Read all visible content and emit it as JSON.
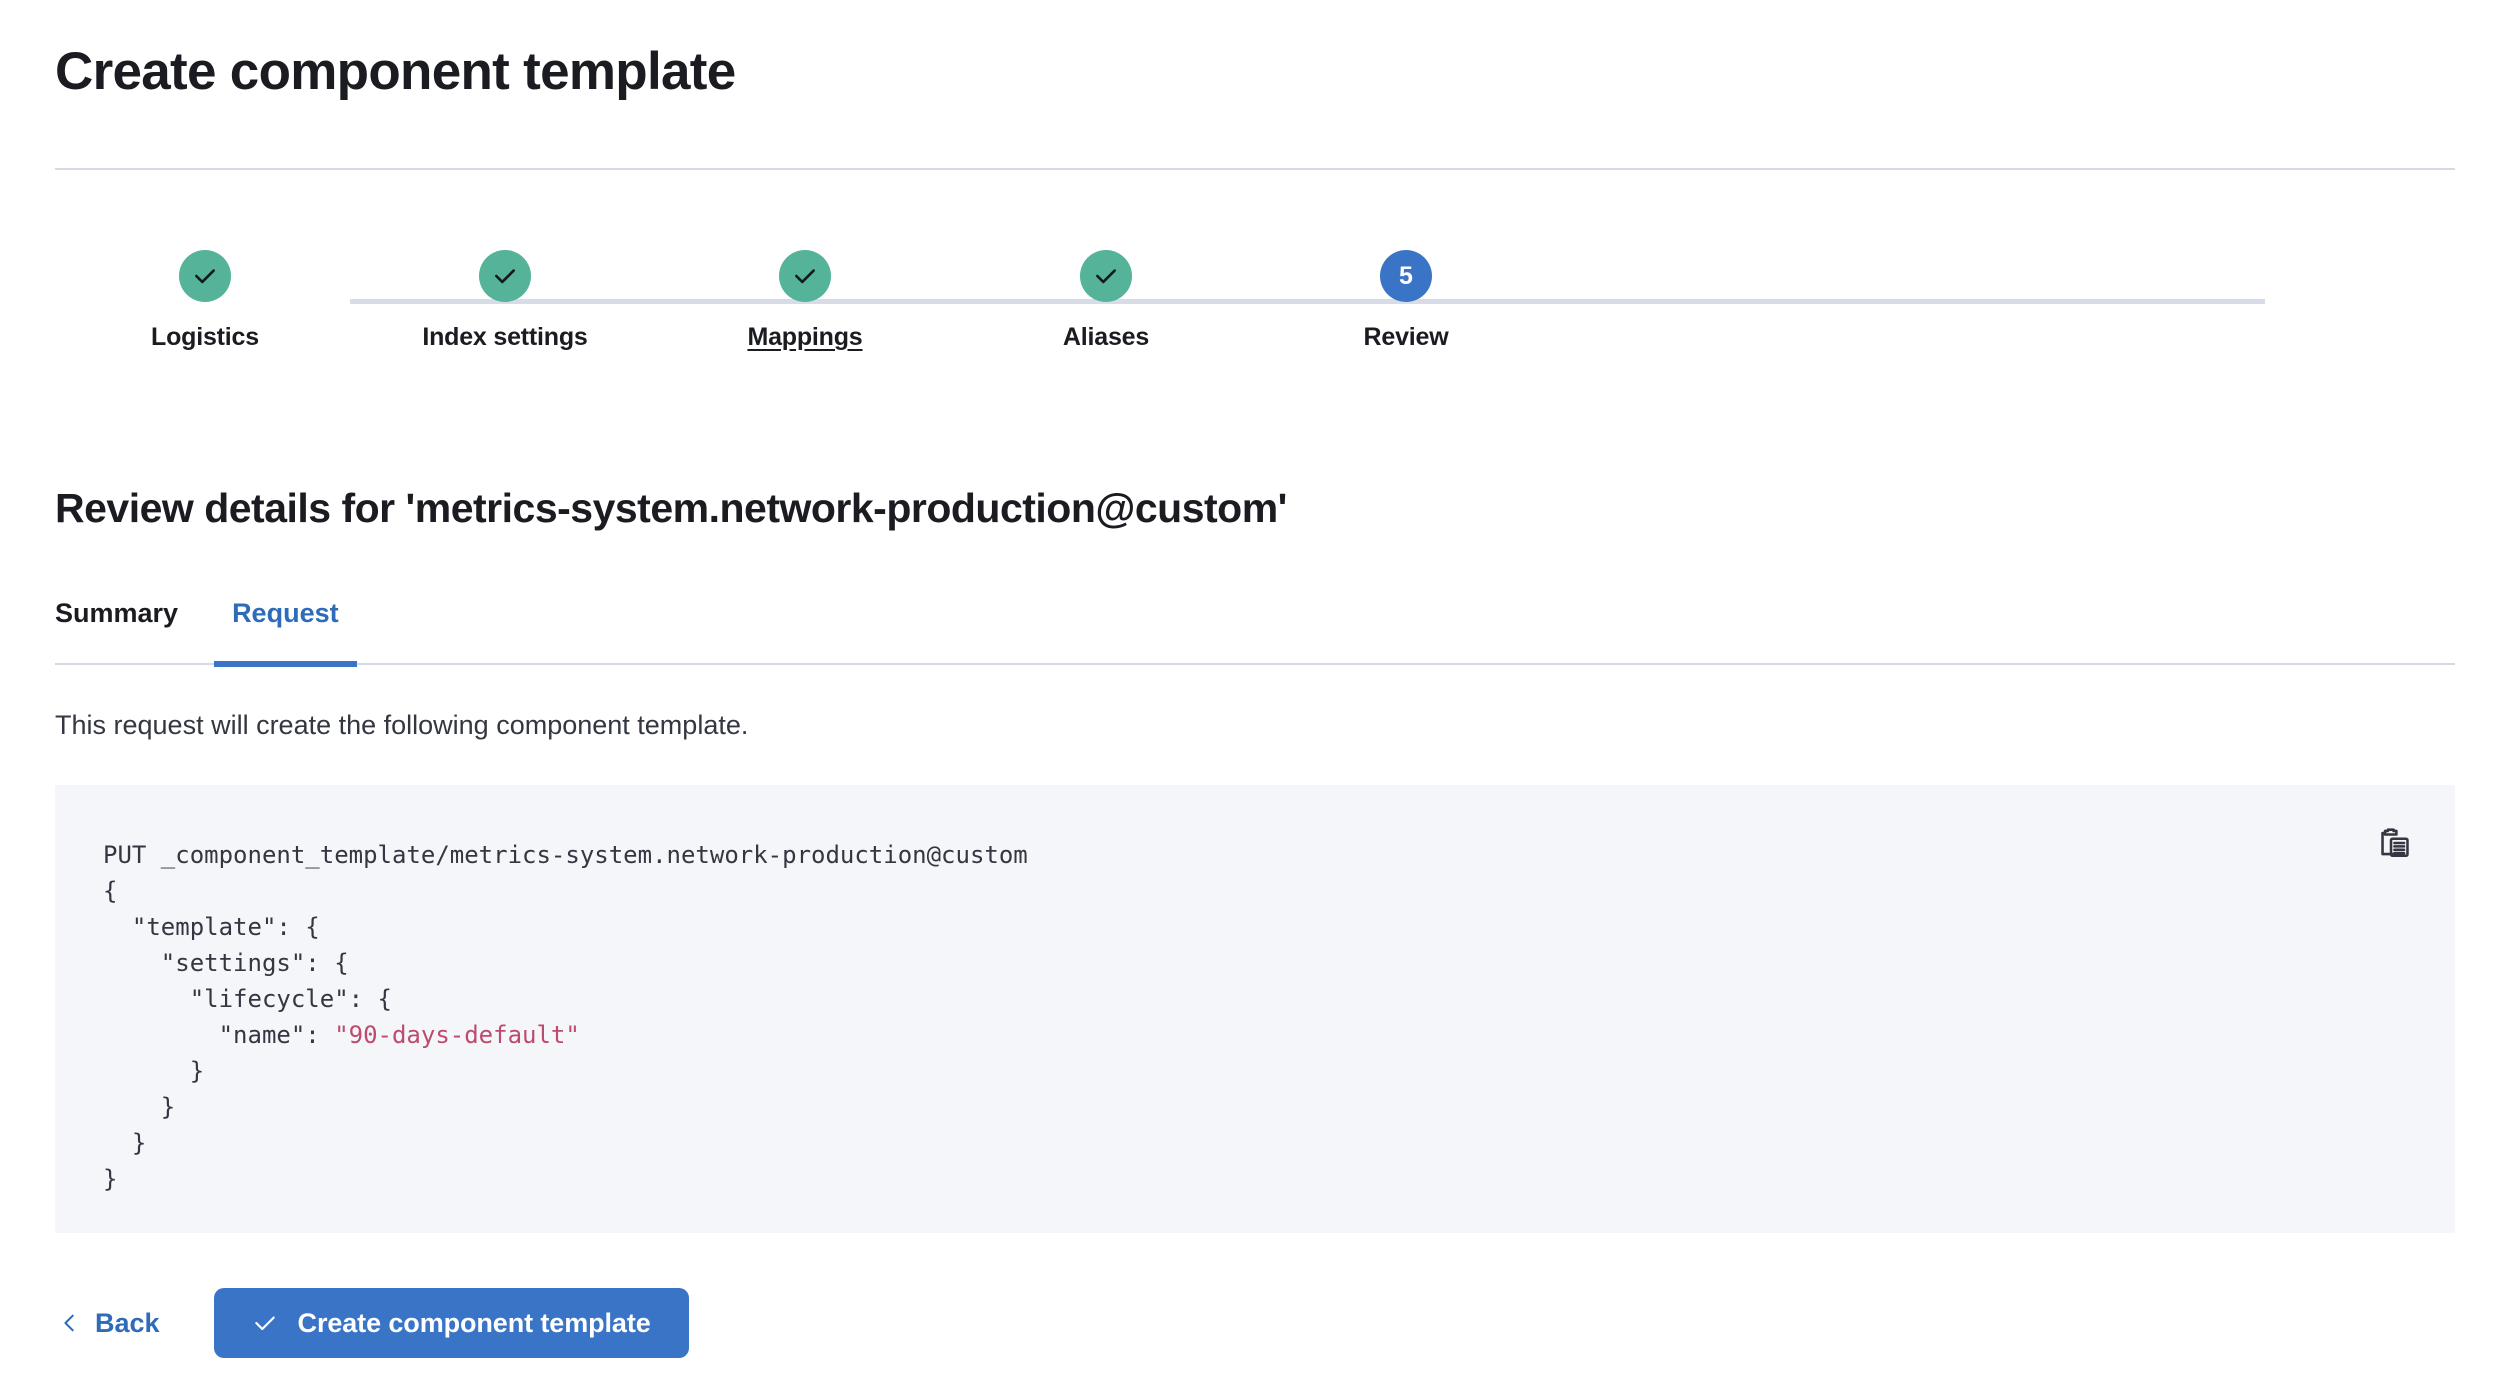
{
  "page": {
    "title": "Create component template"
  },
  "steps": {
    "items": [
      {
        "label": "Logistics",
        "state": "complete",
        "number": "1",
        "icon": "check-icon",
        "underlined": false
      },
      {
        "label": "Index settings",
        "state": "complete",
        "number": "2",
        "icon": "check-icon",
        "underlined": false
      },
      {
        "label": "Mappings",
        "state": "complete",
        "number": "3",
        "icon": "check-icon",
        "underlined": true
      },
      {
        "label": "Aliases",
        "state": "complete",
        "number": "4",
        "icon": "check-icon",
        "underlined": false
      },
      {
        "label": "Review",
        "state": "current",
        "number": "5",
        "icon": "number",
        "underlined": false
      }
    ],
    "complete_color": "#54b399",
    "current_color": "#3a74c7",
    "line_color": "#d8dce6"
  },
  "section": {
    "heading": "Review details for 'metrics-system.network-production@custom'"
  },
  "tabs": {
    "items": [
      {
        "label": "Summary",
        "active": false
      },
      {
        "label": "Request",
        "active": true
      }
    ],
    "active_color": "#2e6bb8"
  },
  "request": {
    "description": "This request will create the following component template.",
    "copy_icon": "clipboard-copy-icon",
    "code": {
      "method_line": "PUT _component_template/metrics-system.network-production@custom",
      "lines": [
        "{",
        "  \"template\": {",
        "    \"settings\": {",
        "      \"lifecycle\": {",
        "        \"name\": \"90-days-default\"",
        "      }",
        "    }",
        "  }",
        "}"
      ],
      "string_value": "\"90-days-default\"",
      "string_color": "#bd4b6b",
      "text_color": "#343741",
      "background": "#f5f6fa"
    }
  },
  "footer": {
    "back_label": "Back",
    "back_icon": "chevron-left-icon",
    "submit_label": "Create component template",
    "submit_icon": "check-icon",
    "submit_color": "#3a74c7"
  }
}
